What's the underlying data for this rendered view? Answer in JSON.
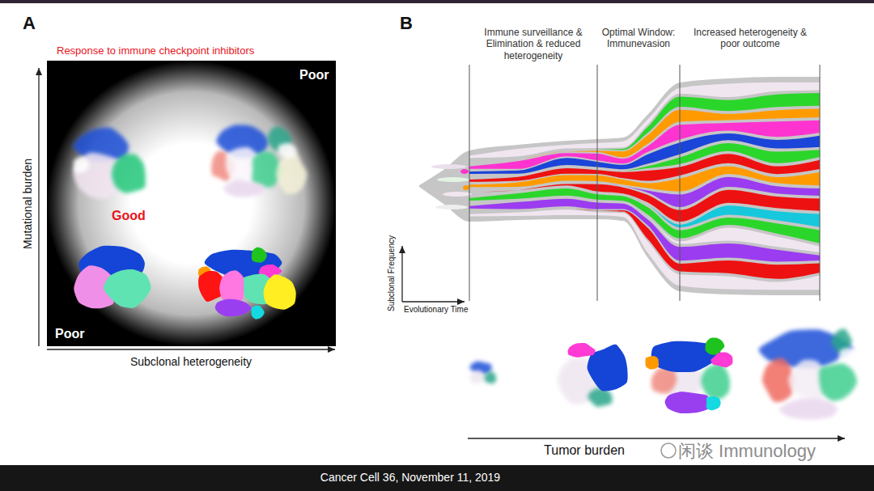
{
  "diagram": {
    "nodes": [
      {
        "text": [
          "Poor",
          "Good",
          "Poor"
        ]
      },
      {
        "text": [
          "Cancer Cell 36, November 11, 2019"
        ]
      }
    ],
    "labels": [
      "A",
      "Response to immune checkpoint inhibitors",
      "Mutational burden",
      "Subclonal heterogeneity",
      "B",
      "Immune surveillance & Elimination & reduced heterogeneity",
      "Optimal Window: Immunevasion",
      "Increased heterogeneity & poor outcome",
      "Subclonal Frequency",
      "Evolutionary Time",
      "Tumor burden",
      "闲谈 Immunology"
    ]
  }
}
